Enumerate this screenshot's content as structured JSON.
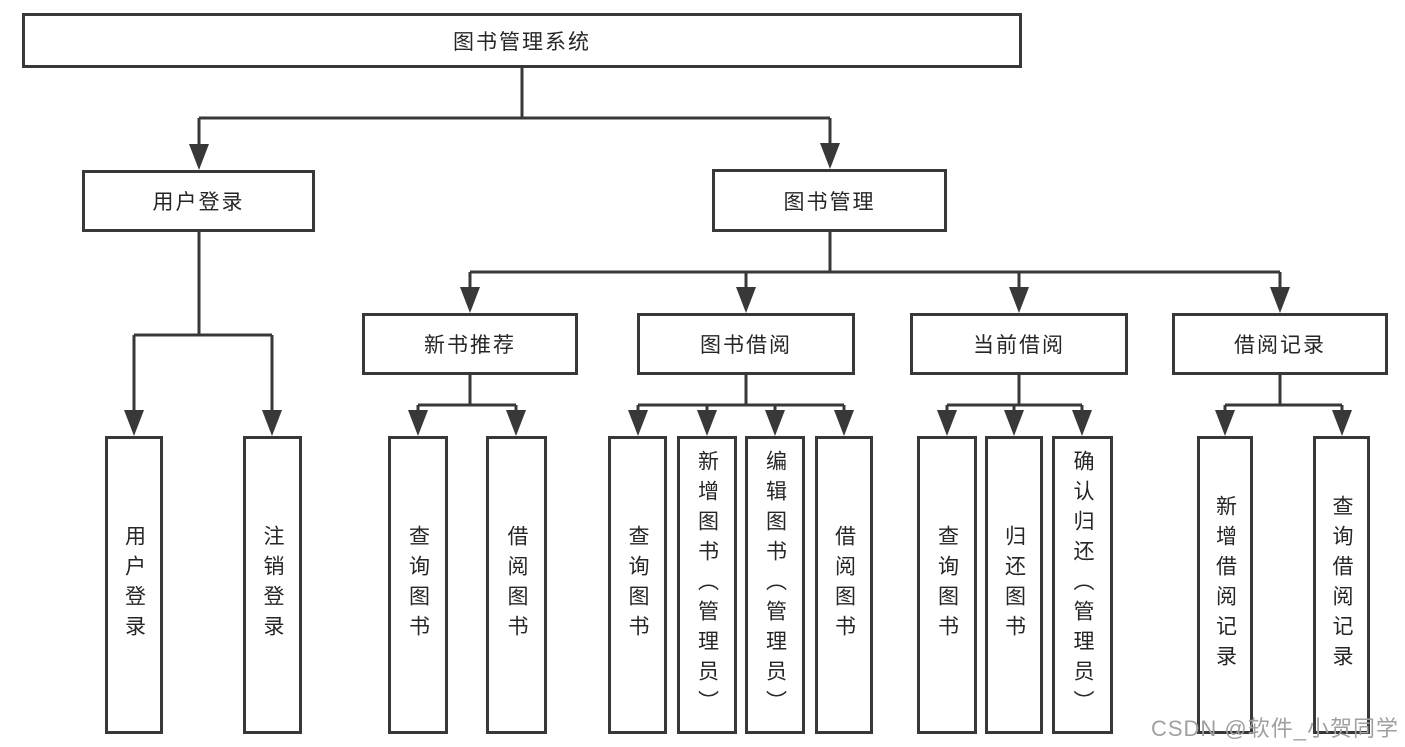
{
  "colors": {
    "line": "#383838",
    "text": "#262626",
    "watermark": "#a0a0a0",
    "background": "#ffffff"
  },
  "watermark": {
    "text": "CSDN @软件_小贺同学"
  },
  "diagram": {
    "title": "图书管理系统",
    "branches": [
      {
        "label": "用户登录",
        "children": [
          "用户登录",
          "注销登录"
        ]
      },
      {
        "label": "图书管理",
        "children": [
          {
            "label": "新书推荐",
            "children": [
              "查询图书",
              "借阅图书"
            ]
          },
          {
            "label": "图书借阅",
            "children": [
              "查询图书",
              "新增图书（管理员）",
              "编辑图书（管理员）",
              "借阅图书"
            ]
          },
          {
            "label": "当前借阅",
            "children": [
              "查询图书",
              "归还图书",
              "确认归还（管理员）"
            ]
          },
          {
            "label": "借阅记录",
            "children": [
              "新增借阅记录",
              "查询借阅记录"
            ]
          }
        ]
      }
    ]
  }
}
